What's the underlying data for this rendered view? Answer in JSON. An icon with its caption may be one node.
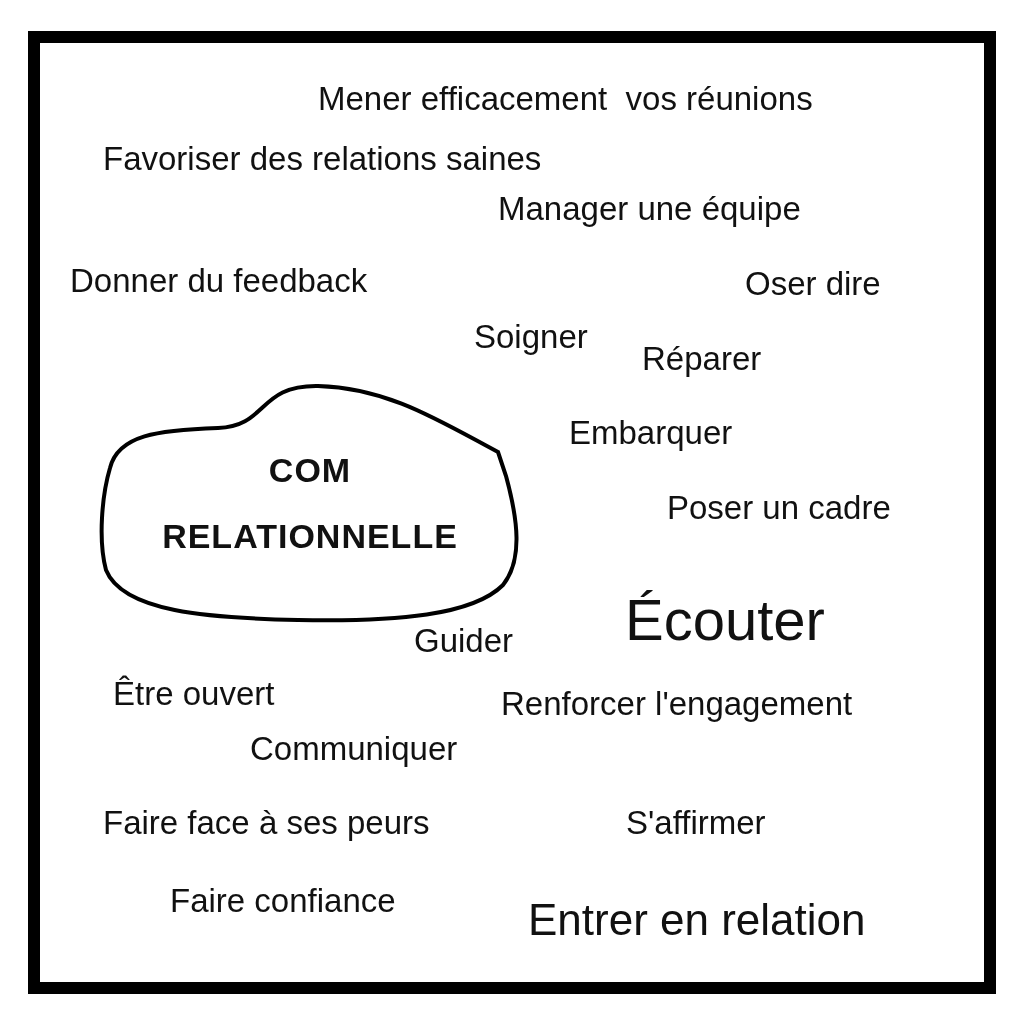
{
  "diagram": {
    "nodes": [
      {
        "text": [
          "COM RELATIONNELLE"
        ]
      }
    ],
    "labels": [
      "Mener efficacement  vos réunions",
      "Favoriser des relations saines",
      "Manager une équipe",
      "Donner du feedback",
      "Oser dire",
      "Soigner",
      "Réparer",
      "Embarquer",
      "Poser un cadre",
      "Écouter",
      "Guider",
      "Être ouvert",
      "Renforcer l'engagement",
      "Communiquer",
      "Faire face à ses peurs",
      "S'affirmer",
      "Faire confiance",
      "Entrer en relation"
    ]
  }
}
